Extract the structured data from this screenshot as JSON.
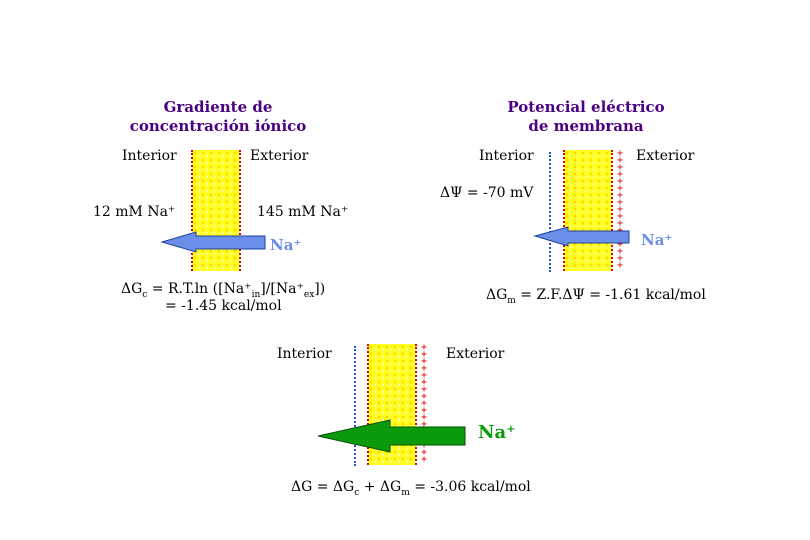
{
  "panel_left": {
    "title_line1": "Gradiente de",
    "title_line2": "concentración iónico",
    "interior": "Interior",
    "exterior": "Exterior",
    "conc_in": "12 mM Na⁺",
    "conc_ex": "145 mM Na⁺",
    "ion": "Na⁺",
    "eq1_prefix": "ΔG",
    "eq1_sub": "c",
    "eq1_body": "= R.T.ln ([Na⁺",
    "eq1_in": "in",
    "eq1_mid": "]/[Na⁺",
    "eq1_ex": "ex",
    "eq1_end": "])",
    "eq2": "= -1.45 kcal/mol"
  },
  "panel_right": {
    "title_line1": "Potencial eléctrico",
    "title_line2": "de membrana",
    "interior": "Interior",
    "exterior": "Exterior",
    "potential": "ΔΨ = -70 mV",
    "ion": "Na⁺",
    "eq_prefix": "ΔG",
    "eq_sub": "m",
    "eq_body": "= Z.F.ΔΨ = -1.61 kcal/mol"
  },
  "panel_bottom": {
    "interior": "Interior",
    "exterior": "Exterior",
    "ion": "Na⁺",
    "eq_a": "ΔG = ΔG",
    "eq_sub1": "c",
    "eq_b": "+ ΔG",
    "eq_sub2": "m",
    "eq_c": "= -3.06 kcal/mol"
  },
  "colors": {
    "title": "#4b0082",
    "arrow_blue": "#6b8ee8",
    "arrow_green": "#0a9a0a",
    "membrane": "#ffff22",
    "plus": "#e00000",
    "minus": "#2050e0"
  }
}
